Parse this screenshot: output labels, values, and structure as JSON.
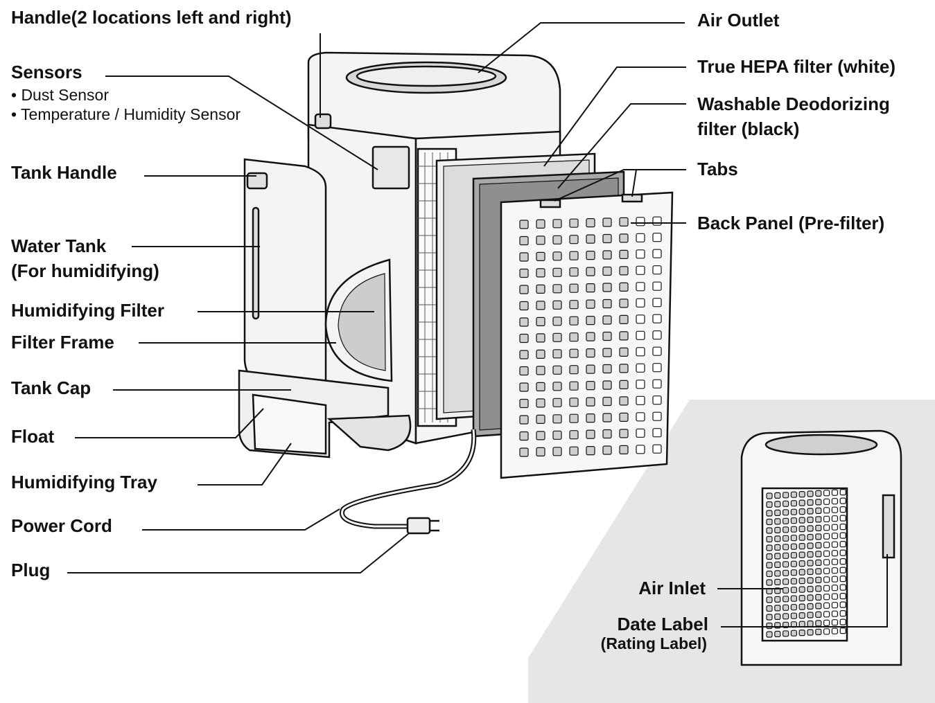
{
  "left_labels": {
    "handle": "Handle(2 locations left and right)",
    "sensors": "Sensors",
    "dust_sensor": "• Dust Sensor",
    "temp_sensor": "• Temperature / Humidity Sensor",
    "tank_handle": "Tank Handle",
    "water_tank_line1": "Water Tank",
    "water_tank_line2": "(For humidifying)",
    "humidifying_filter": "Humidifying Filter",
    "filter_frame": "Filter Frame",
    "tank_cap": "Tank Cap",
    "float": "Float",
    "humidifying_tray": "Humidifying Tray",
    "power_cord": "Power Cord",
    "plug": "Plug"
  },
  "right_labels": {
    "air_outlet": "Air Outlet",
    "true_hepa": "True HEPA filter (white)",
    "deodorizing_line1": "Washable Deodorizing",
    "deodorizing_line2": "filter (black)",
    "tabs": "Tabs",
    "back_panel": "Back Panel (Pre-filter)"
  },
  "inset_labels": {
    "air_inlet": "Air Inlet",
    "date_label_line1": "Date Label",
    "date_label_line2": "(Rating Label)"
  },
  "colors": {
    "line": "#111111",
    "inset_background": "#e6e6e6",
    "unit_fill": "#f4f4f4",
    "filter_fill": "#cfcfcf"
  }
}
